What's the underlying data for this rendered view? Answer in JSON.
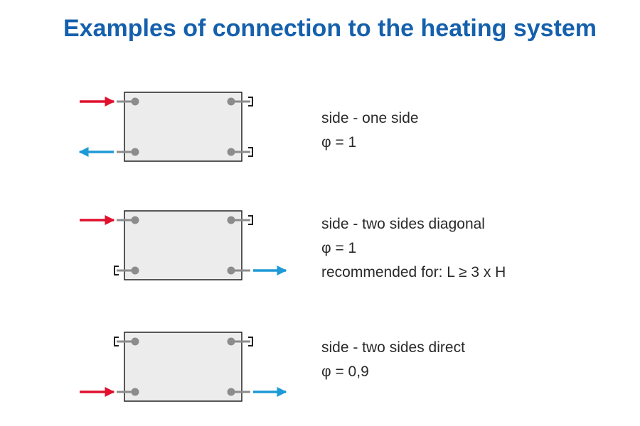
{
  "title": "Examples of connection to the heating system",
  "colors": {
    "title": "#1560ad",
    "supply_arrow": "#e0102e",
    "return_arrow": "#1e9ad6",
    "radiator_fill": "#ececed",
    "radiator_border": "#222222",
    "pipe": "#8c8c8c",
    "text": "#2a2a2a"
  },
  "examples": [
    {
      "name": "side - one side",
      "phi": "φ = 1",
      "note": "",
      "supply": "top-left",
      "return": "bottom-left",
      "plugs": [
        "top-right",
        "bottom-right"
      ]
    },
    {
      "name": "side - two sides diagonal",
      "phi": "φ = 1",
      "note": "recommended for: L ≥ 3 x H",
      "supply": "top-left",
      "return": "bottom-right",
      "plugs": [
        "top-right",
        "bottom-left"
      ]
    },
    {
      "name": "side - two sides direct",
      "phi": "φ = 0,9",
      "note": "",
      "supply": "bottom-left",
      "return": "bottom-right",
      "plugs": [
        "top-left",
        "top-right"
      ]
    }
  ]
}
